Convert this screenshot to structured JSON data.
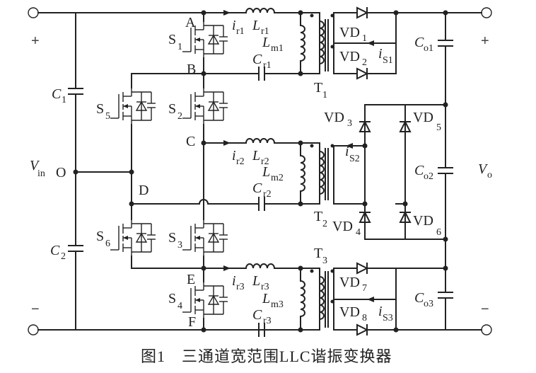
{
  "caption": "图1　三通道宽范围LLC谐振变换器",
  "input": {
    "plus": "+",
    "minus": "−",
    "vin": "V",
    "vin_sub": "in",
    "midpoint": "O"
  },
  "output": {
    "plus": "+",
    "minus": "−",
    "vo": "V",
    "vo_sub": "o"
  },
  "nodes": {
    "A": "A",
    "B": "B",
    "C": "C",
    "D": "D",
    "E": "E",
    "F": "F"
  },
  "capacitors": {
    "c1": "C",
    "c1_sub": "1",
    "c2": "C",
    "c2_sub": "2",
    "cr1": "C",
    "cr1_sub": "r1",
    "cr2": "C",
    "cr2_sub": "r2",
    "cr3": "C",
    "cr3_sub": "r3",
    "co1": "C",
    "co1_sub": "o1",
    "co2": "C",
    "co2_sub": "o2",
    "co3": "C",
    "co3_sub": "o3"
  },
  "inductors": {
    "lr1": "L",
    "lr1_sub": "r1",
    "lr2": "L",
    "lr2_sub": "r2",
    "lr3": "L",
    "lr3_sub": "r3",
    "lm1": "L",
    "lm1_sub": "m1",
    "lm2": "L",
    "lm2_sub": "m2",
    "lm3": "L",
    "lm3_sub": "m3"
  },
  "currents": {
    "ir1": "i",
    "ir1_sub": "r1",
    "ir2": "i",
    "ir2_sub": "r2",
    "ir3": "i",
    "ir3_sub": "r3",
    "is1": "i",
    "is1_sub": "S1",
    "is2": "i",
    "is2_sub": "S2",
    "is3": "i",
    "is3_sub": "S3"
  },
  "switches": {
    "s1": "S",
    "s1_sub": "1",
    "s2": "S",
    "s2_sub": "2",
    "s3": "S",
    "s3_sub": "3",
    "s4": "S",
    "s4_sub": "4",
    "s5": "S",
    "s5_sub": "5",
    "s6": "S",
    "s6_sub": "6"
  },
  "transformers": {
    "t1": "T",
    "t1_sub": "1",
    "t2": "T",
    "t2_sub": "2",
    "t3": "T",
    "t3_sub": "3"
  },
  "diodes": {
    "vd1": "VD",
    "vd1_sub": "1",
    "vd2": "VD",
    "vd2_sub": "2",
    "vd3": "VD",
    "vd3_sub": "3",
    "vd4": "VD",
    "vd4_sub": "4",
    "vd5": "VD",
    "vd5_sub": "5",
    "vd6": "VD",
    "vd6_sub": "6",
    "vd7": "VD",
    "vd7_sub": "7",
    "vd8": "VD",
    "vd8_sub": "8"
  }
}
